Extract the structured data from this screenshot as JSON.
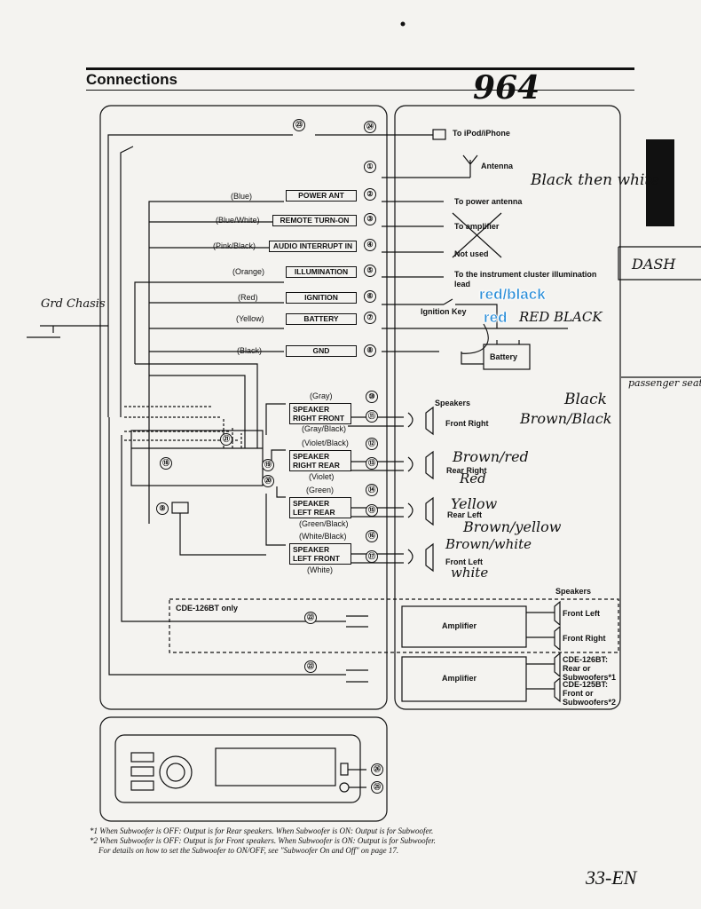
{
  "header": {
    "title": "Connections",
    "handwritten_number": "964"
  },
  "top": {
    "ipod": "To iPod/iPhone",
    "antenna": "Antenna"
  },
  "harness": [
    {
      "num": "②",
      "color": "(Blue)",
      "label": "POWER ANT",
      "dest": "To power antenna"
    },
    {
      "num": "③",
      "color": "(Blue/White)",
      "label": "REMOTE TURN-ON",
      "dest": "To amplifier"
    },
    {
      "num": "④",
      "color": "(Pink/Black)",
      "label": "AUDIO INTERRUPT IN",
      "dest": "Not used"
    },
    {
      "num": "⑤",
      "color": "(Orange)",
      "label": "ILLUMINATION",
      "dest": "To the instrument cluster illumination lead"
    },
    {
      "num": "⑥",
      "color": "(Red)",
      "label": "IGNITION",
      "dest": "Ignition Key"
    },
    {
      "num": "⑦",
      "color": "(Yellow)",
      "label": "BATTERY",
      "dest": ""
    },
    {
      "num": "⑧",
      "color": "(Black)",
      "label": "GND",
      "dest": "Battery"
    }
  ],
  "numbers": {
    "n1": "①",
    "n9": "⑨",
    "n18": "⑱",
    "n19": "⑲",
    "n20": "⑳",
    "n21": "㉑",
    "n22": "㉒",
    "n23": "㉓",
    "n24": "㉔",
    "n25": "㉕",
    "n26": "㉖"
  },
  "speakers": [
    {
      "label": "SPEAKER RIGHT FRONT",
      "top_wire": "(Gray)",
      "bot_wire": "(Gray/Black)",
      "n1": "⑩",
      "n2": "⑪",
      "name": "Front Right"
    },
    {
      "label": "SPEAKER RIGHT REAR",
      "top_wire": "(Violet/Black)",
      "bot_wire": "(Violet)",
      "n1": "⑫",
      "n2": "⑬",
      "name": "Rear Right"
    },
    {
      "label": "SPEAKER LEFT REAR",
      "top_wire": "(Green)",
      "bot_wire": "(Green/Black)",
      "n1": "⑭",
      "n2": "⑮",
      "name": "Rear Left"
    },
    {
      "label": "SPEAKER LEFT FRONT",
      "top_wire": "(White/Black)",
      "bot_wire": "(White)",
      "n1": "⑯",
      "n2": "⑰",
      "name": "Front Left"
    }
  ],
  "speakers_heading": "Speakers",
  "amp_section": {
    "only": "CDE-126BT only",
    "speakers": "Speakers",
    "amp1": "Amplifier",
    "amp2": "Amplifier",
    "front_left": "Front Left",
    "front_right": "Front Right",
    "out1": "CDE-126BT: Rear or Subwoofers*1",
    "out2": "CDE-125BT: Front or Subwoofers*2"
  },
  "handwritten": {
    "ground": "Grd Chasis",
    "black_then_white": "Black then white",
    "dash": "DASH",
    "red_black_label": "red/black",
    "red_label": "red",
    "red_black_hand": "RED BLACK",
    "passenger": "passenger seat",
    "fr1": "Black",
    "fr2": "Brown/Black",
    "rr1": "Brown/red",
    "rr2": "Red",
    "rl1": "Yellow",
    "rl2": "Brown/yellow",
    "fl1": "Brown/white",
    "fl2": "white"
  },
  "footnotes": [
    "*1 When Subwoofer is OFF: Output is for Rear speakers. When Subwoofer is ON: Output is for Subwoofer.",
    "*2 When Subwoofer is OFF: Output is for Front speakers. When Subwoofer is ON: Output is for Subwoofer.",
    "For details on how to set the Subwoofer to ON/OFF, see \"Subwoofer On and Off\" on page 17."
  ],
  "page_number": "33-EN"
}
